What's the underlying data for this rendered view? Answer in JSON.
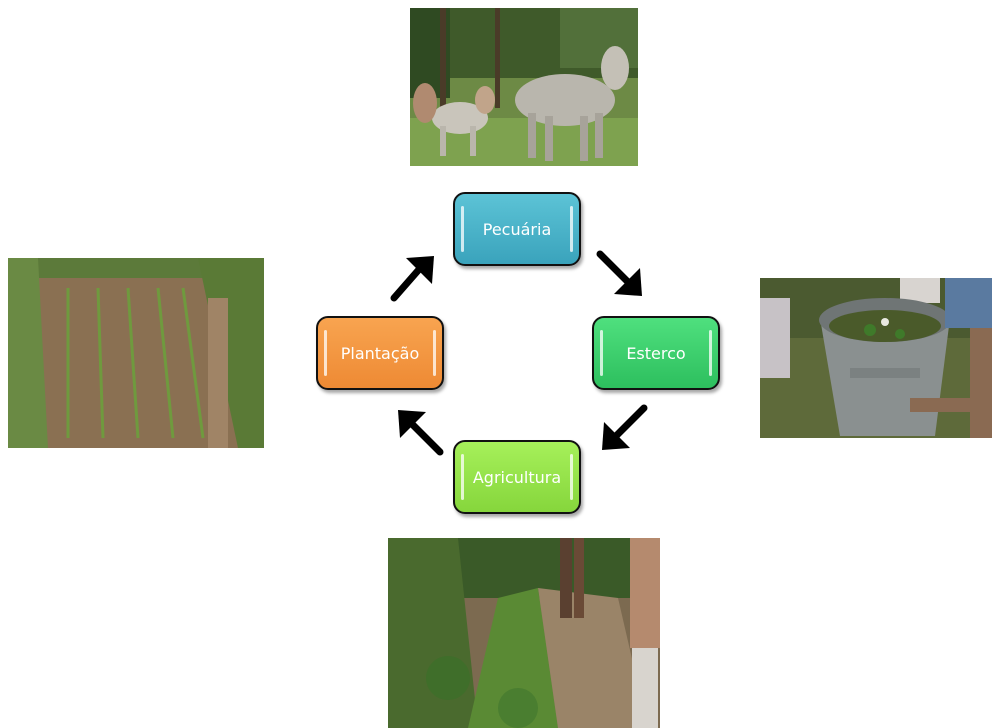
{
  "nodes": {
    "pecuaria": "Pecuária",
    "esterco": "Esterco",
    "agricultura": "Agricultura",
    "plantacao": "Plantação"
  },
  "colors": {
    "pecuaria": "#4bb4cb",
    "esterco": "#3fd06e",
    "agricultura": "#96e34b",
    "plantacao": "#f39742",
    "arrow": "#000000"
  }
}
